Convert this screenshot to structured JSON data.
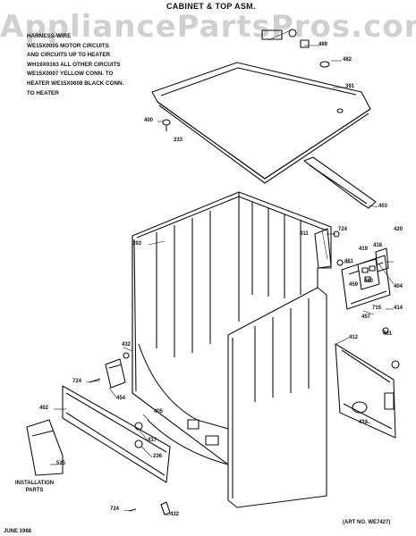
{
  "watermark": "AppliancePartsPros.com",
  "title": "CABINET & TOP ASM.",
  "harness_notes": "HARNESS-WIRE\nWE15X0005 MOTOR CIRCUITS\nAND CIRCUITS UP TO HEATER\nWH19X0163 ALL OTHER CIRCUITS\nWE15X0007 YELLOW CONN. TO\nHEATER WE15X0008 BLACK CONN.\nTO HEATER",
  "installation_label": "INSTALLATION\nPARTS",
  "art_no": "(ART NO. WE7427)",
  "footer_date": "JUNE 1988",
  "callouts": {
    "c400": "400",
    "c233": "233",
    "c489": "489",
    "c482": "482",
    "c391": "391",
    "c403": "403",
    "c393": "393",
    "c724a": "724",
    "c420": "420",
    "c411": "411",
    "c461a": "461",
    "c419": "419",
    "c418": "418",
    "c459": "459",
    "c460": "460",
    "c404": "404",
    "c715": "715",
    "c414": "414",
    "c457": "457",
    "c461b": "461",
    "c412": "412",
    "c432a": "432",
    "c724b": "724",
    "c454": "454",
    "c402": "402",
    "c405": "405",
    "c417": "417",
    "c236": "236",
    "c413": "413",
    "c525": "525",
    "c724c": "724",
    "c432b": "432"
  }
}
